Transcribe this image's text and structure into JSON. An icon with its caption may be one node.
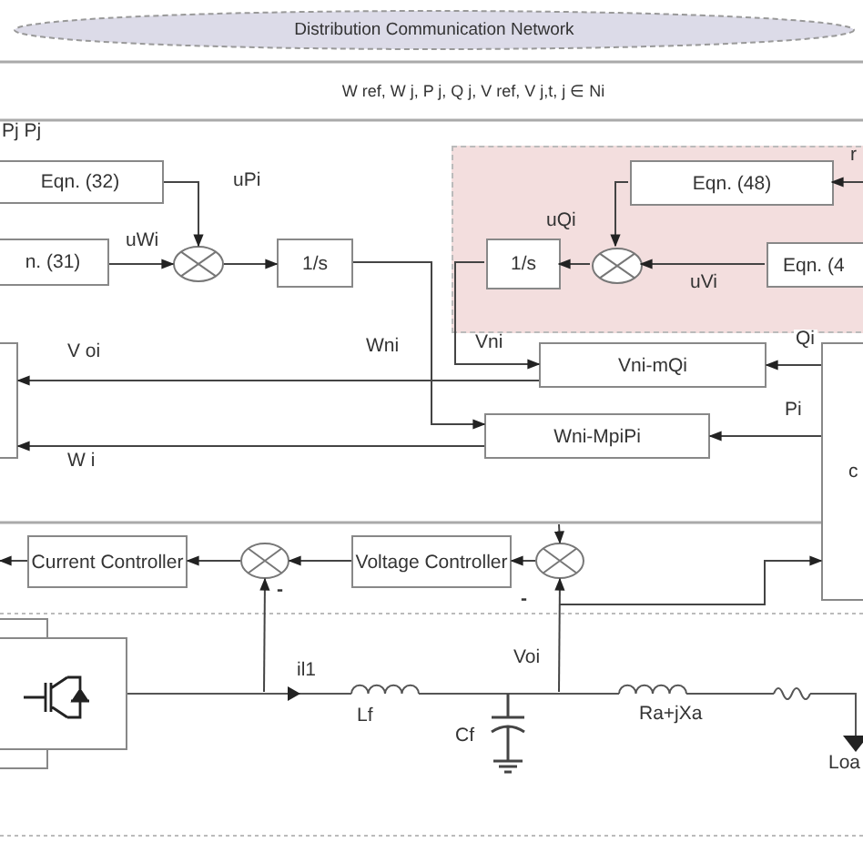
{
  "diagram": {
    "nodes": [
      {
        "text": [
          "Distribution Communication Network"
        ]
      },
      {
        "text": [
          "Eqn. (32)"
        ]
      },
      {
        "text": [
          "n. (31)"
        ]
      },
      {
        "text": [],
        "shape": "circle"
      },
      {
        "text": [
          "1/s"
        ]
      },
      {
        "text": [],
        "shape": "box"
      },
      {
        "text": [
          "Eqn. (48)"
        ],
        "in": 5
      },
      {
        "text": [
          "1/s"
        ],
        "in": 5
      },
      {
        "text": [],
        "shape": "circle",
        "in": 5
      },
      {
        "text": [
          "Eqn. (4"
        ],
        "in": 5
      },
      {
        "text": [],
        "shape": "box"
      },
      {
        "text": [
          "Vni-mQi"
        ]
      },
      {
        "text": [
          "Wni-MpiPi"
        ]
      },
      {
        "text": [
          "c"
        ]
      },
      {
        "text": [
          "Current Controller"
        ]
      },
      {
        "text": [],
        "shape": "circle"
      },
      {
        "text": [
          "Voltage Controller"
        ]
      },
      {
        "text": [],
        "shape": "circle"
      },
      {
        "text": [],
        "shape": "box"
      }
    ],
    "edges": [
      {
        "from": 1,
        "to": 3,
        "arrow": "to",
        "label": "uPi"
      },
      {
        "from": 2,
        "to": 3,
        "arrow": "to",
        "label": "uWi"
      },
      {
        "from": 3,
        "to": 4,
        "arrow": "to"
      },
      {
        "from": null,
        "to": 6,
        "arrow": "to"
      },
      {
        "from": 6,
        "to": 8,
        "arrow": "to"
      },
      {
        "from": 9,
        "to": 8,
        "arrow": "to",
        "label": "uVi"
      },
      {
        "from": 8,
        "to": 7,
        "arrow": "to",
        "label": "uQi"
      },
      {
        "from": 7,
        "to": 11,
        "arrow": "to",
        "label": "Vni"
      },
      {
        "from": 4,
        "to": 12,
        "arrow": "to",
        "label": "Wni"
      },
      {
        "from": 13,
        "to": 11,
        "arrow": "to",
        "label": "Qi"
      },
      {
        "from": 13,
        "to": 12,
        "arrow": "to",
        "label": "Pi"
      },
      {
        "from": 11,
        "to": 10,
        "arrow": "to",
        "label": "V oi"
      },
      {
        "from": 12,
        "to": 10,
        "arrow": "to",
        "label": "W i"
      },
      {
        "from": 17,
        "to": 16,
        "arrow": "to"
      },
      {
        "from": 16,
        "to": 15,
        "arrow": "to"
      },
      {
        "from": 15,
        "to": 14,
        "arrow": "to"
      },
      {
        "from": 14,
        "to": null,
        "arrow": "to"
      },
      {
        "from": null,
        "to": 15,
        "arrow": "to"
      },
      {
        "from": null,
        "to": 17,
        "arrow": "to"
      },
      {
        "from": null,
        "to": 17,
        "arrow": "to"
      },
      {
        "from": null,
        "to": 13,
        "arrow": "to"
      }
    ],
    "labels": [
      "W ref, W j, P j, Q j, V ref, V j,t, j ∈ Ni",
      "Pj Pj",
      "r",
      "-",
      "-",
      "il1",
      "Voi",
      "Lf",
      "Cf",
      "Ra+jXa",
      "Loa"
    ]
  }
}
